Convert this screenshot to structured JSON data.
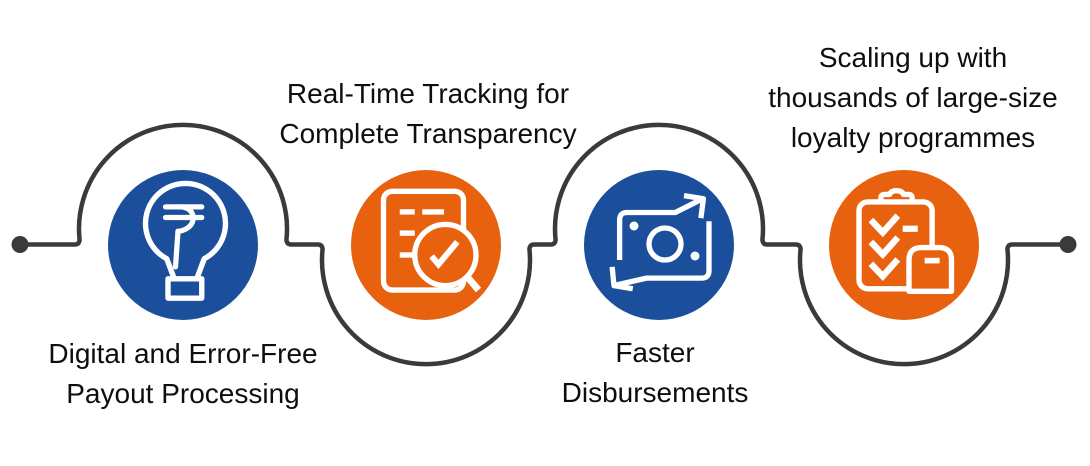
{
  "palette": {
    "blue": "#1B4F9B",
    "orange": "#E8610F",
    "line": "#3A3A3A",
    "text": "#0E0E0E",
    "icon_stroke": "#FFFFFF",
    "background": "#FFFFFF"
  },
  "items": [
    {
      "name": "digital-error-free-payout",
      "label": "Digital and Error-Free\nPayout Processing",
      "label_position": "below",
      "circle_color": "#1B4F9B",
      "icon": "rupee-lightbulb-icon",
      "icon_symbol": "₹"
    },
    {
      "name": "real-time-tracking",
      "label": "Real-Time Tracking for\nComplete Transparency",
      "label_position": "above",
      "circle_color": "#E8610F",
      "icon": "document-search-check-icon"
    },
    {
      "name": "faster-disbursements",
      "label": "Faster\nDisbursements",
      "label_position": "below",
      "circle_color": "#1B4F9B",
      "icon": "banknote-transfer-icon"
    },
    {
      "name": "scaling-loyalty-programmes",
      "label": "Scaling up with\nthousands of large-size\nloyalty programmes",
      "label_position": "above",
      "circle_color": "#E8610F",
      "icon": "clipboard-checklist-package-icon"
    }
  ],
  "connector": {
    "style": "alternating-arcs",
    "start_dot": "left",
    "end_dot": "right"
  }
}
